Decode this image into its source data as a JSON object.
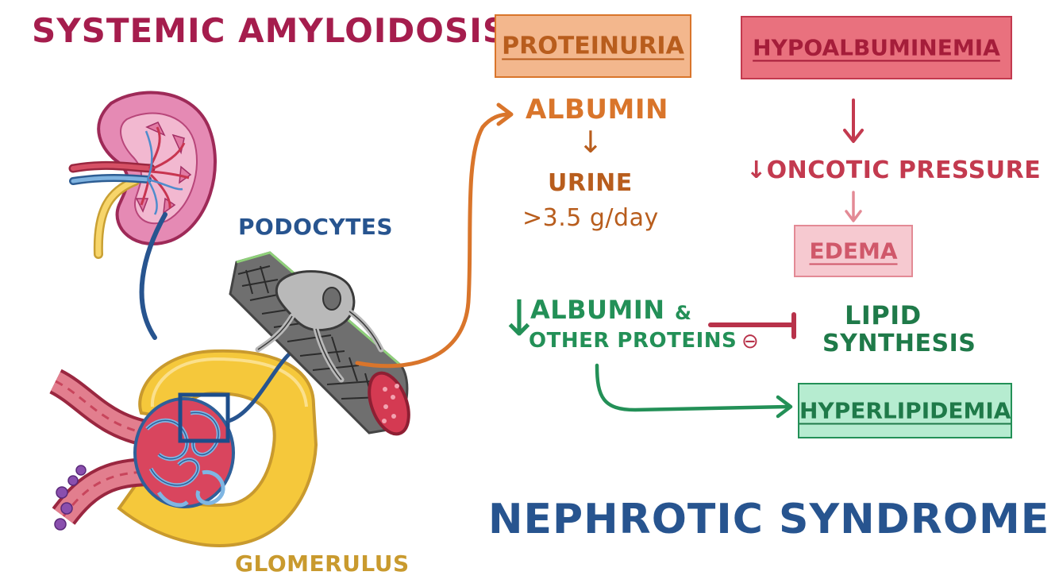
{
  "title_top": "SYSTEMIC AMYLOIDOSIS",
  "title_bottom": "NEPHROTIC SYNDROME",
  "labels": {
    "podocytes": "PODOCYTES",
    "glomerulus": "GLOMERULUS"
  },
  "proteinuria": {
    "box": "PROTEINURIA",
    "albumin": "ALBUMIN",
    "down_arrow": "↓",
    "urine": "URINE",
    "amount": ">3.5 g/day"
  },
  "hypoalbuminemia": {
    "box": "HYPOALBUMINEMIA",
    "down_arrow": "↓",
    "oncotic": "↓ONCOTIC PRESSURE",
    "edema": "EDEMA"
  },
  "lipids": {
    "down_arrow": "↓",
    "albumin": "ALBUMIN",
    "ampersand": "&",
    "other": "OTHER PROTEINS",
    "inhibit_symbol": "⊖",
    "lipid": "LIPID",
    "synthesis": "SYNTHESIS",
    "hyperlipidemia": "HYPERLIPIDEMIA"
  },
  "colors": {
    "maroon": "#a51d4d",
    "blue": "#27548f",
    "orange": "#d9752b",
    "red": "#c33a4f",
    "green": "#239057",
    "yellow": "#f5c83b",
    "gold": "#c99a2e"
  }
}
